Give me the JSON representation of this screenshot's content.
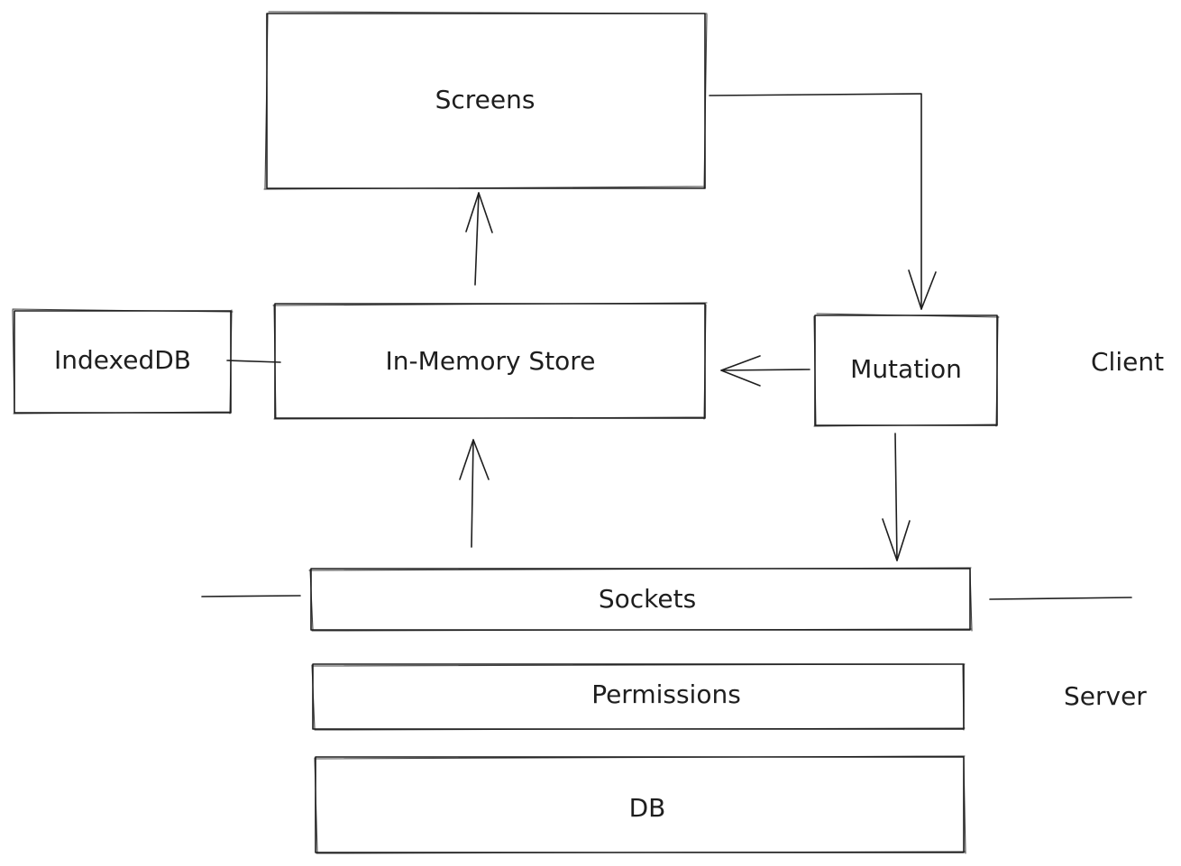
{
  "nodes": {
    "screens": "Screens",
    "indexeddb": "IndexedDB",
    "in_memory_store": "In-Memory Store",
    "mutation": "Mutation",
    "sockets": "Sockets",
    "permissions": "Permissions",
    "db": "DB"
  },
  "zones": {
    "client": "Client",
    "server": "Server"
  },
  "edges": [
    {
      "from": "in_memory_store",
      "to": "screens",
      "kind": "arrow"
    },
    {
      "from": "screens",
      "to": "mutation",
      "kind": "arrow"
    },
    {
      "from": "mutation",
      "to": "in_memory_store",
      "kind": "arrow"
    },
    {
      "from": "mutation",
      "to": "sockets",
      "kind": "arrow"
    },
    {
      "from": "sockets",
      "to": "in_memory_store",
      "kind": "arrow"
    },
    {
      "from": "indexeddb",
      "to": "in_memory_store",
      "kind": "line"
    }
  ],
  "colors": {
    "stroke": "#1e1e1e",
    "background": "#ffffff"
  }
}
